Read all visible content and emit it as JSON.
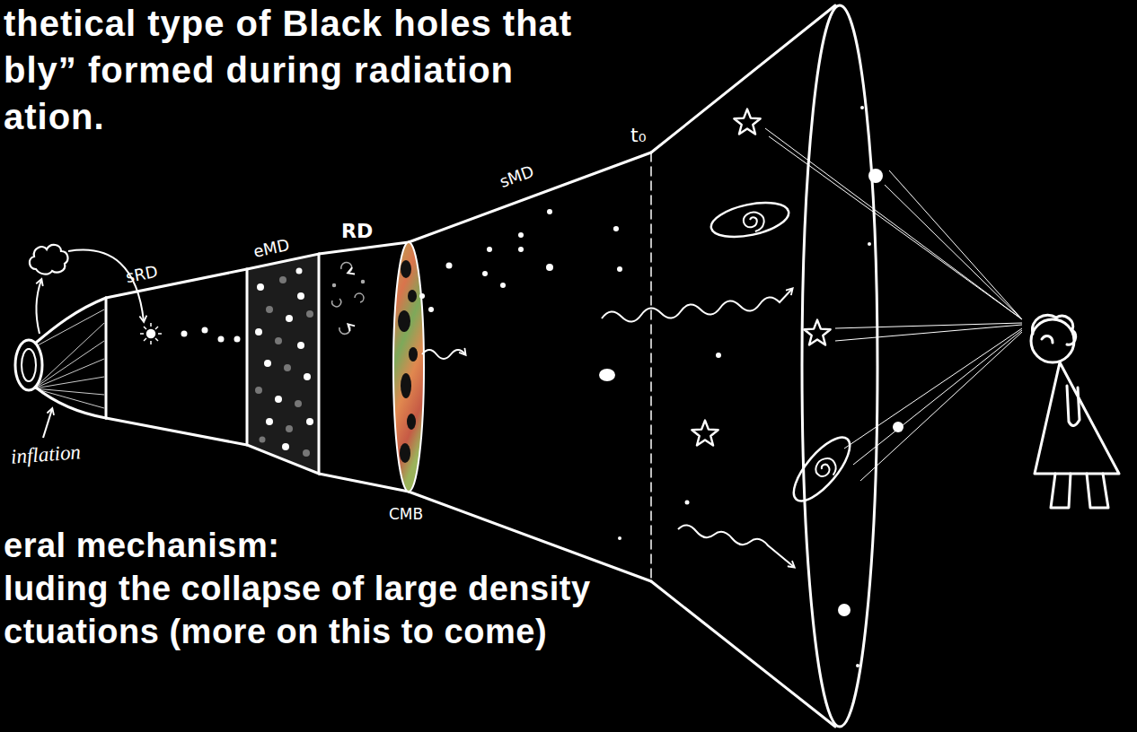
{
  "diagram": {
    "title": "thetical type of Black holes that bly” formed during radiation ation.",
    "labels": [
      "sRD",
      "eMD",
      "RD",
      "sMD",
      "t₀",
      "inflation",
      "CMB",
      "eral mechanism:",
      "luding the collapse of large density ctuations (more on this to come)"
    ]
  }
}
